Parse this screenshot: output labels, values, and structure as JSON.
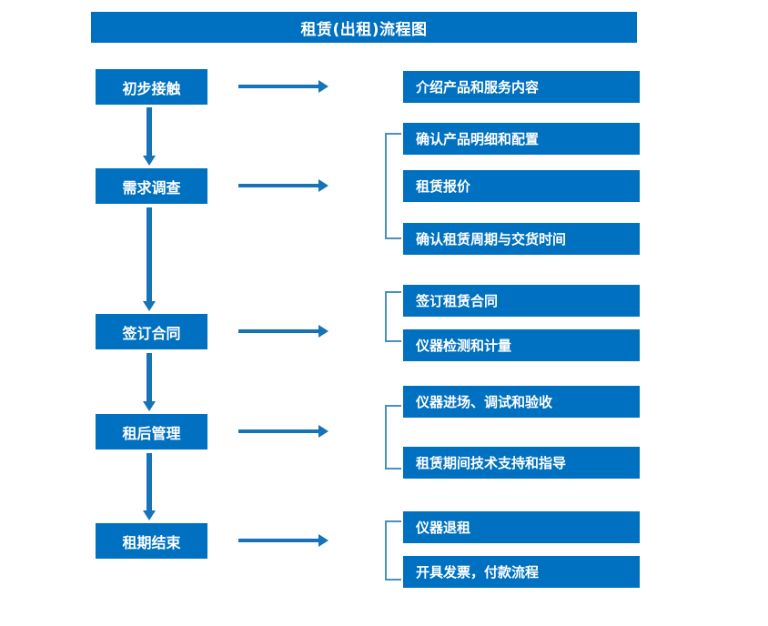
{
  "title": "租赁(出租)流程图",
  "colors": {
    "box": "#0070C0",
    "arrow": "#1673B8",
    "bracket": "#4A8FC4",
    "text": "#FFFFFF",
    "background": "#FFFFFF"
  },
  "stages": [
    {
      "label": "初步接触"
    },
    {
      "label": "需求调查"
    },
    {
      "label": "签订合同"
    },
    {
      "label": "租后管理"
    },
    {
      "label": "租期结束"
    }
  ],
  "details": [
    {
      "label": "介绍产品和服务内容"
    },
    {
      "label": "确认产品明细和配置"
    },
    {
      "label": "租赁报价"
    },
    {
      "label": "确认租赁周期与交货时间"
    },
    {
      "label": "签订租赁合同"
    },
    {
      "label": "仪器检测和计量"
    },
    {
      "label": "仪器进场、调试和验收"
    },
    {
      "label": "租赁期间技术支持和指导"
    },
    {
      "label": "仪器退租"
    },
    {
      "label": "开具发票，付款流程"
    }
  ]
}
